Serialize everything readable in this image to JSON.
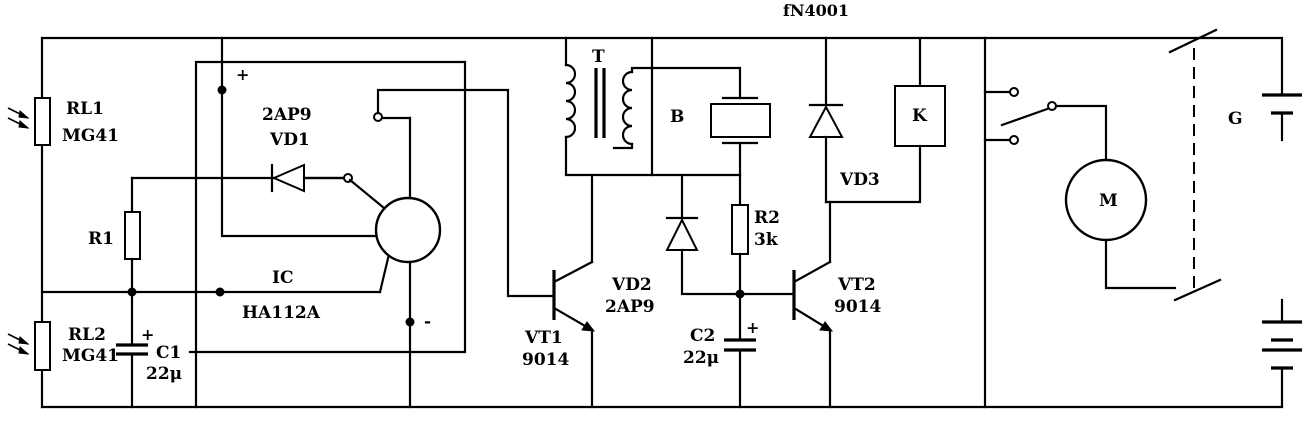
{
  "labels": {
    "rl1_name": "RL1",
    "rl1_model": "MG41",
    "rl2_name": "RL2",
    "rl2_model": "MG41",
    "r1": "R1",
    "c1_name": "C1",
    "c1_value": "22μ",
    "vd1_model": "2AP9",
    "vd1_name": "VD1",
    "ic_name": "IC",
    "ic_model": "HA112A",
    "plus_top": "+",
    "minus_bottom": "-",
    "vt1_name": "VT1",
    "vt1_model": "9014",
    "vd2_name": "VD2",
    "vd2_model": "2AP9",
    "transformer": "T",
    "buzzer": "B",
    "r2_name": "R2",
    "r2_value": "3k",
    "c2_name": "C2",
    "c2_value": "22μ",
    "c_plus": "+",
    "vt2_name": "VT2",
    "vt2_model": "9014",
    "vd3_model": "fN4001",
    "vd3_name": "VD3",
    "relay": "K",
    "motor": "M",
    "battery": "G"
  }
}
